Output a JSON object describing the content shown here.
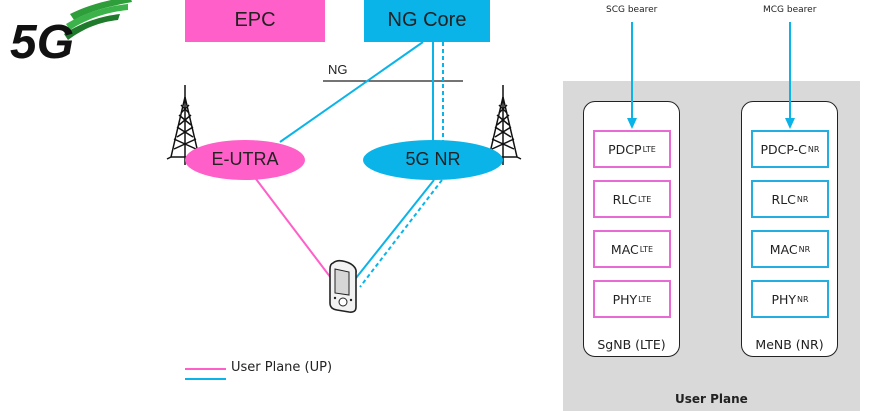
{
  "logo": {
    "text": "5G",
    "icon": "5g-logo-icon"
  },
  "core": {
    "epc_label": "EPC",
    "ng_core_label": "NG Core",
    "ng_interface_label": "NG"
  },
  "ran": {
    "eutra_label": "E-UTRA",
    "nr_label": "5G NR"
  },
  "legend": {
    "items": [
      {
        "label": "User Plane (UP)",
        "colors": [
          "#ff5fc8",
          "#0ab4e8"
        ]
      }
    ]
  },
  "stack": {
    "scg_bearer_label": "SCG bearer",
    "mcg_bearer_label": "MCG bearer",
    "sgnb": {
      "title": "SgNB (LTE)",
      "layers": [
        {
          "name": "PDCP",
          "sub": "LTE"
        },
        {
          "name": "RLC",
          "sub": "LTE"
        },
        {
          "name": "MAC",
          "sub": "LTE"
        },
        {
          "name": "PHY",
          "sub": "LTE"
        }
      ]
    },
    "menb": {
      "title": "MeNB (NR)",
      "layers": [
        {
          "name": "PDCP-C",
          "sub": "NR"
        },
        {
          "name": "RLC",
          "sub": "NR"
        },
        {
          "name": "MAC",
          "sub": "NR"
        },
        {
          "name": "PHY",
          "sub": "NR"
        }
      ]
    },
    "footer_label": "User Plane"
  },
  "colors": {
    "lte": "#ff5fc8",
    "nr": "#0ab4e8",
    "panel": "#d9d9d9"
  }
}
